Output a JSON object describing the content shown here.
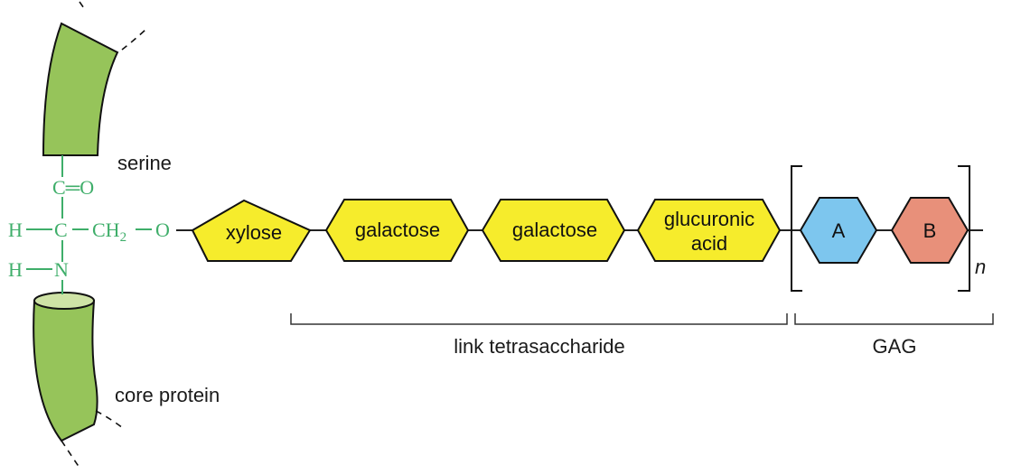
{
  "labels": {
    "serine": "serine",
    "core_protein": "core protein",
    "link_tetrasaccharide": "link tetrasaccharide",
    "gag": "GAG",
    "repeat_n": "n"
  },
  "chem": {
    "carbonyl": "C═O",
    "h_left": "H",
    "c_alpha": "C",
    "ch2": "CH",
    "ch2_sub": "2",
    "o_link": "O",
    "h_n": "H",
    "n": "N"
  },
  "sugars": {
    "xylose": "xylose",
    "galactose_1": "galactose",
    "galactose_2": "galactose",
    "glucuronic_line1": "glucuronic",
    "glucuronic_line2": "acid",
    "unit_a": "A",
    "unit_b": "B"
  },
  "colors": {
    "protein": "#96c45a",
    "protein_light": "#cfe3a6",
    "chemistry": "#3fae6a",
    "sugar_yellow": "#f6ec2c",
    "unit_a": "#7dc6ee",
    "unit_b": "#e8907a"
  }
}
